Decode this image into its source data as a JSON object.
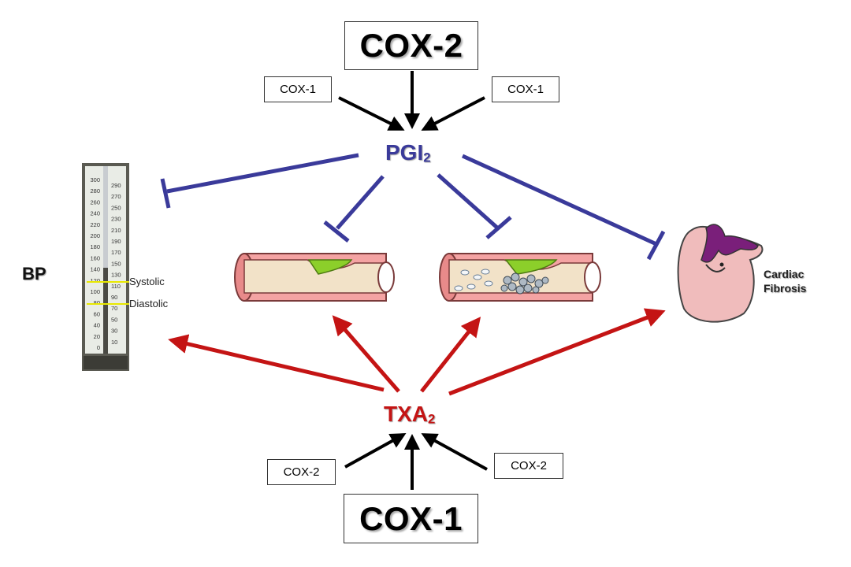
{
  "top": {
    "main": "COX-2",
    "left": "COX-1",
    "right": "COX-1"
  },
  "bottom": {
    "main": "COX-1",
    "left": "COX-2",
    "right": "COX-2"
  },
  "pgi": {
    "base": "PGI",
    "sub": "2"
  },
  "txa": {
    "base": "TXA",
    "sub": "2"
  },
  "bp_label": "BP",
  "cardiac": {
    "line1": "Cardiac",
    "line2": "Fibrosis"
  },
  "gauge": {
    "left_scale": [
      "300",
      "280",
      "260",
      "240",
      "220",
      "200",
      "180",
      "160",
      "140",
      "120",
      "100",
      "80",
      "60",
      "40",
      "20",
      "0"
    ],
    "right_scale": [
      "290",
      "270",
      "250",
      "230",
      "210",
      "190",
      "170",
      "150",
      "130",
      "110",
      "90",
      "70",
      "50",
      "30",
      "10"
    ],
    "systolic": "Systolic",
    "diastolic": "Diastolic"
  },
  "colors": {
    "inhibit": "#3a3a9a",
    "promote": "#c41414",
    "source": "#000000",
    "vessel": "#f4a3a3",
    "plaque": "#8ccf2a",
    "heart": "#f0bcbc",
    "heart_vessel": "#7a1f7a"
  }
}
